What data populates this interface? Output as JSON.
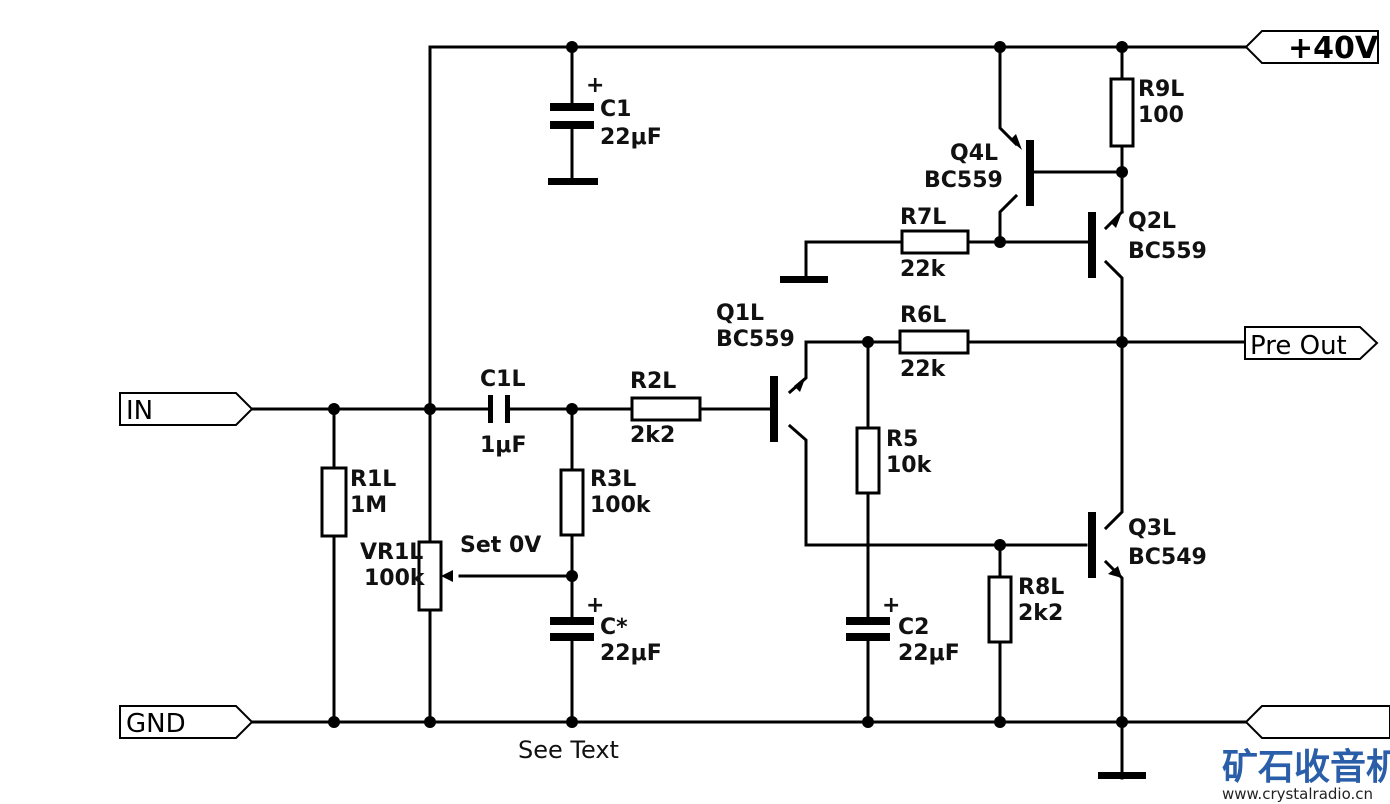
{
  "ports": {
    "in": "IN",
    "gnd": "GND",
    "supply": "+40V",
    "pre_out": "Pre Out"
  },
  "components": {
    "c1": {
      "ref": "C1",
      "value": "22μF",
      "polarity": "+"
    },
    "c1l": {
      "ref": "C1L",
      "value": "1μF"
    },
    "r1l": {
      "ref": "R1L",
      "value": "1M"
    },
    "vr1l": {
      "ref": "VR1L",
      "value": "100k"
    },
    "r2l": {
      "ref": "R2L",
      "value": "2k2"
    },
    "r3l": {
      "ref": "R3L",
      "value": "100k"
    },
    "cx": {
      "ref": "C*",
      "value": "22μF",
      "polarity": "+"
    },
    "q1l": {
      "ref": "Q1L",
      "value": "BC559"
    },
    "r5": {
      "ref": "R5",
      "value": "10k"
    },
    "c2": {
      "ref": "C2",
      "value": "22μF",
      "polarity": "+"
    },
    "r6l": {
      "ref": "R6L",
      "value": "22k"
    },
    "r7l": {
      "ref": "R7L",
      "value": "22k"
    },
    "r8l": {
      "ref": "R8L",
      "value": "2k2"
    },
    "r9l": {
      "ref": "R9L",
      "value": "100"
    },
    "q2l": {
      "ref": "Q2L",
      "value": "BC559"
    },
    "q3l": {
      "ref": "Q3L",
      "value": "BC549"
    },
    "q4l": {
      "ref": "Q4L",
      "value": "BC559"
    }
  },
  "annotations": {
    "set_0v": "Set 0V",
    "see_text": "See Text"
  },
  "watermark": {
    "site_name": "矿石收音机",
    "url": "www.crystalradio.cn",
    "color": "#2a5ea8"
  }
}
